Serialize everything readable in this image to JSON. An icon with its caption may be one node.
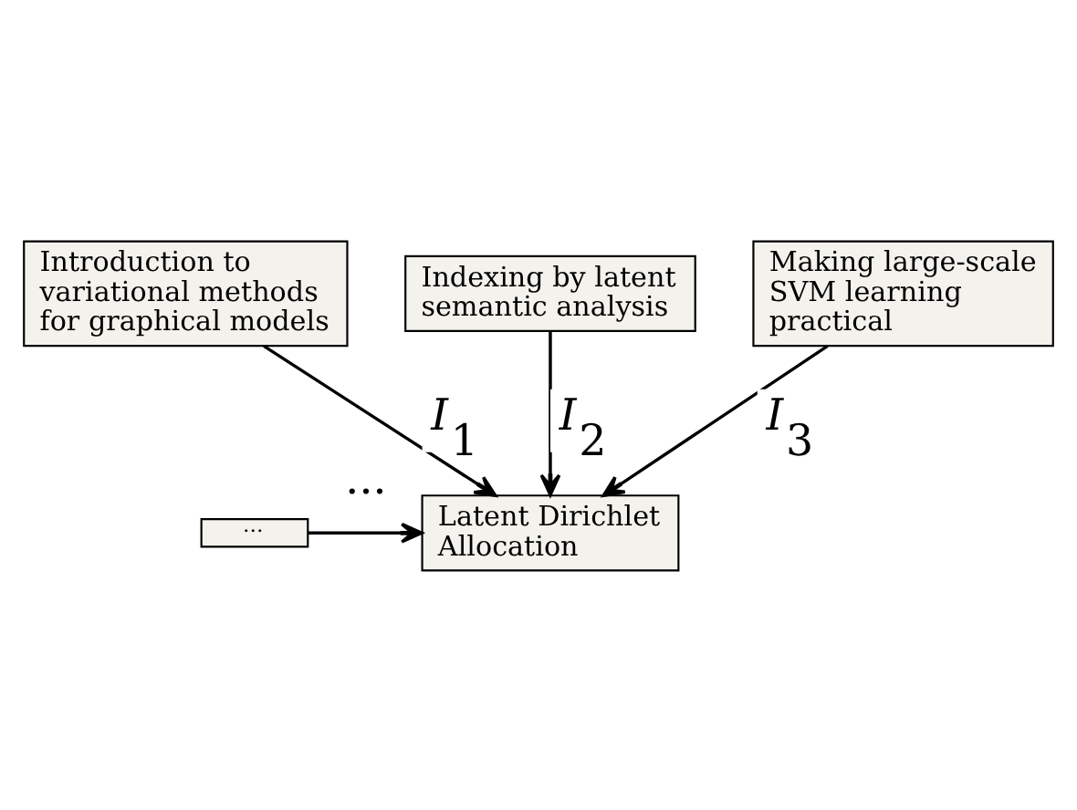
{
  "diagram": {
    "nodes": [
      {
        "text": [
          "Introduction to variational methods for graphical models"
        ]
      },
      {
        "text": [
          "Indexing by latent semantic analysis"
        ]
      },
      {
        "text": [
          "Making large-scale SVM learning practical"
        ]
      },
      {
        "text": [
          "Latent Dirichlet Allocation"
        ]
      },
      {
        "text": [
          "···"
        ]
      }
    ],
    "edges": [
      {
        "from": 0,
        "to": 3,
        "arrow": "to",
        "label": "*I*$_{1}$"
      },
      {
        "from": 1,
        "to": 3,
        "arrow": "to",
        "label": "*I*$_{2}$"
      },
      {
        "from": 2,
        "to": 3,
        "arrow": "to",
        "label": "*I*$_{3}$"
      },
      {
        "from": 4,
        "to": 3,
        "arrow": "to",
        "label": "···"
      }
    ]
  }
}
